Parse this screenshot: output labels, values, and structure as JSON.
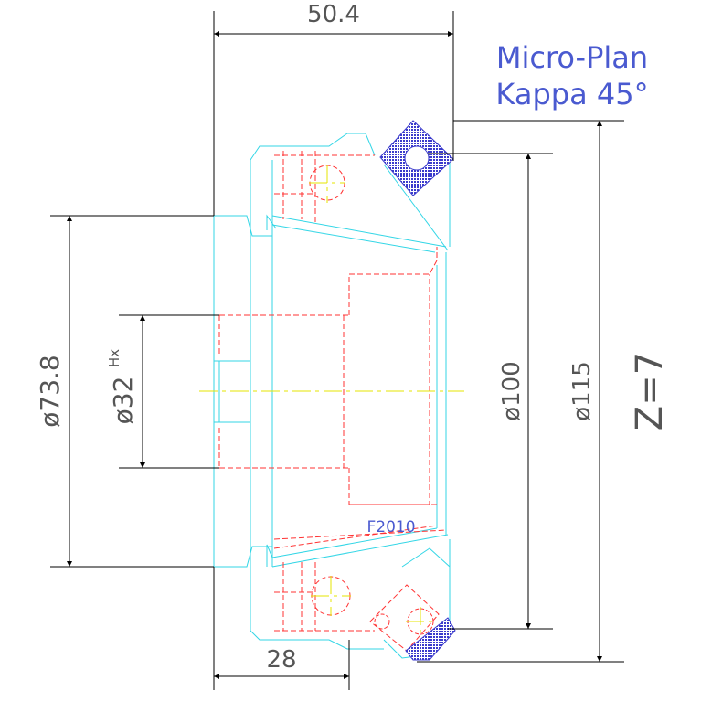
{
  "title": {
    "line1": "Micro-Plan",
    "line2": "Kappa 45°"
  },
  "part_label": "F2010",
  "dimensions": {
    "overall_width": "50.4",
    "depth": "28",
    "bore_diameter": "ø32",
    "bore_tolerance": "Hx",
    "hub_diameter": "ø73.8",
    "cutting_diameter": "ø100",
    "outer_diameter": "ø115",
    "teeth": "Z=7"
  },
  "colors": {
    "dimension": "#000000",
    "outline": "#33d6e6",
    "hidden": "#ff3333",
    "centerline": "#e6e600",
    "insert": "#3a3acc",
    "label": "#4a5ad0",
    "dim_text": "#555555"
  }
}
